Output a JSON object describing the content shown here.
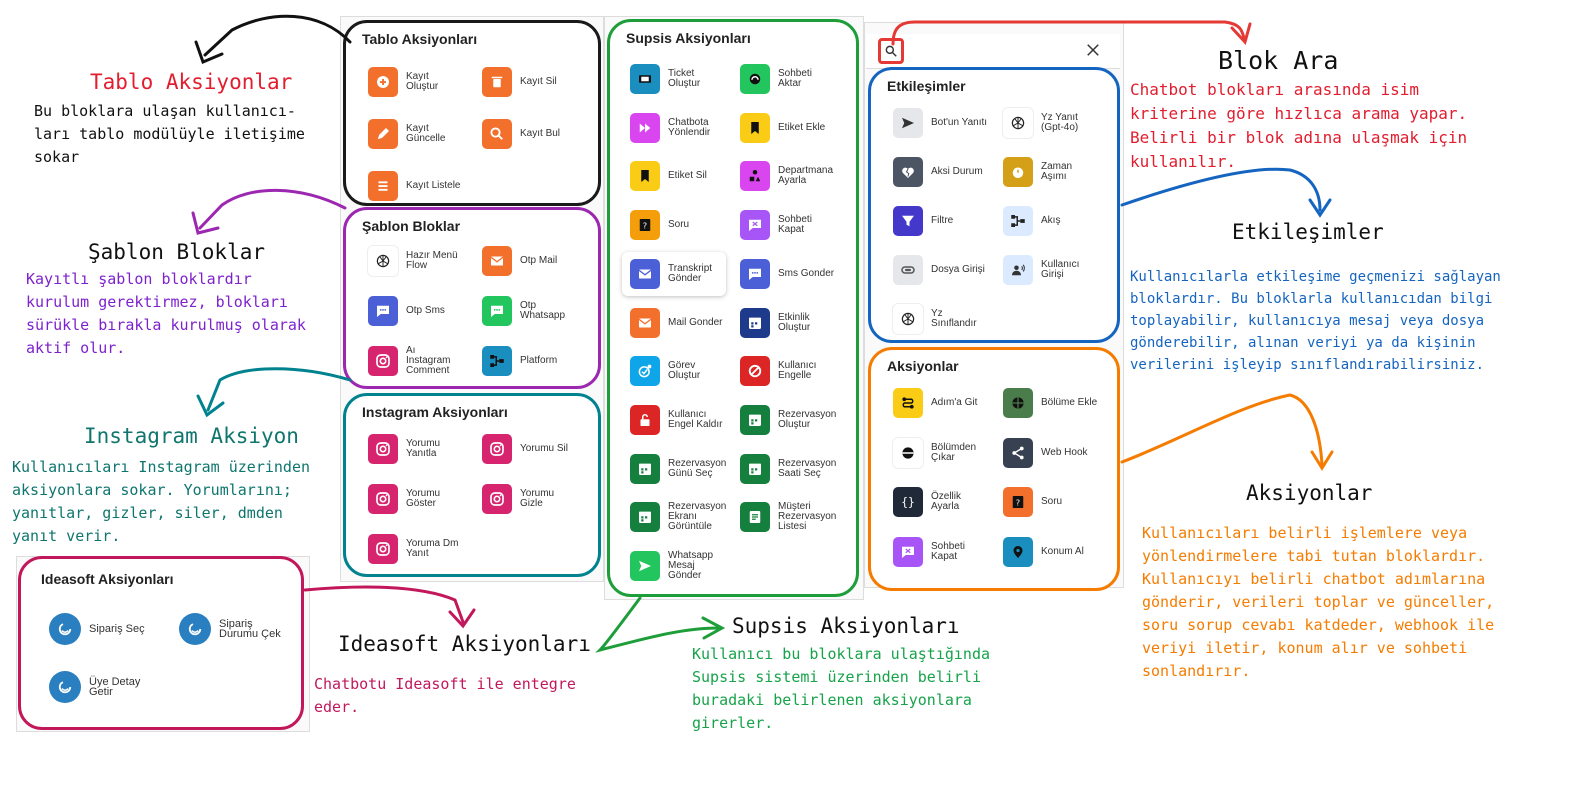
{
  "groups": {
    "tablo": {
      "title": "Tablo Aksiyonları",
      "items": [
        {
          "label": "Kayıt\nOluştur",
          "icon": "plus-circle-icon",
          "color": "#f26f2c"
        },
        {
          "label": "Kayıt Sil",
          "icon": "trash-icon",
          "color": "#f26f2c"
        },
        {
          "label": "Kayıt\nGüncelle",
          "icon": "pencil-icon",
          "color": "#f26f2c"
        },
        {
          "label": "Kayıt Bul",
          "icon": "search-icon",
          "color": "#f26f2c"
        },
        {
          "label": "Kayıt Listele",
          "icon": "list-icon",
          "color": "#f26f2c"
        }
      ]
    },
    "sablon": {
      "title": "Şablon Bloklar",
      "items": [
        {
          "label": "Hazır Menü\nFlow",
          "icon": "openai-icon",
          "color": "#ffffff"
        },
        {
          "label": "Otp Mail",
          "icon": "mail-icon",
          "color": "#f26f2c"
        },
        {
          "label": "Otp Sms",
          "icon": "chat-icon",
          "color": "#4b5fd6"
        },
        {
          "label": "Otp\nWhatsapp",
          "icon": "chat-icon",
          "color": "#22c55e"
        },
        {
          "label": "Aı\nInstagram\nComment",
          "icon": "instagram-icon",
          "color": "#d6246e"
        },
        {
          "label": "Platform",
          "icon": "flow-icon",
          "color": "#1a8fbf"
        }
      ]
    },
    "instagram": {
      "title": "Instagram Aksiyonları",
      "items": [
        {
          "label": "Yorumu\nYanıtla",
          "icon": "instagram-icon",
          "color": "#d6246e"
        },
        {
          "label": "Yorumu Sil",
          "icon": "instagram-icon",
          "color": "#d6246e"
        },
        {
          "label": "Yorumu\nGöster",
          "icon": "instagram-icon",
          "color": "#d6246e"
        },
        {
          "label": "Yorumu\nGizle",
          "icon": "instagram-icon",
          "color": "#d6246e"
        },
        {
          "label": "Yoruma Dm\nYanıt",
          "icon": "instagram-icon",
          "color": "#d6246e"
        }
      ]
    },
    "ideasoft": {
      "title": "Ideasoft Aksiyonları",
      "items": [
        {
          "label": "Sipariş Seç",
          "icon": "ideasoft-icon",
          "color": "#2a7fc1"
        },
        {
          "label": "Sipariş\nDurumu Çek",
          "icon": "ideasoft-icon",
          "color": "#2a7fc1"
        },
        {
          "label": "Üye Detay\nGetir",
          "icon": "ideasoft-icon",
          "color": "#2a7fc1"
        }
      ]
    },
    "supsis": {
      "title": "Supsis Aksiyonları",
      "items": [
        {
          "label": "Ticket\nOluştur",
          "icon": "ticket-icon",
          "color": "#1a8fbf"
        },
        {
          "label": "Sohbeti\nAktar",
          "icon": "headset-icon",
          "color": "#22c55e"
        },
        {
          "label": "Chatbota\nYönlendir",
          "icon": "forward-icon",
          "color": "#d946ef"
        },
        {
          "label": "Etiket Ekle",
          "icon": "bookmark-icon",
          "color": "#facc15"
        },
        {
          "label": "Etiket Sil",
          "icon": "bookmark-icon",
          "color": "#facc15"
        },
        {
          "label": "Departmana\nAyarla",
          "icon": "shapes-icon",
          "color": "#d946ef"
        },
        {
          "label": "Soru",
          "icon": "question-icon",
          "color": "#f59e0b"
        },
        {
          "label": "Sohbeti\nKapat",
          "icon": "chat-close-icon",
          "color": "#a855f7"
        },
        {
          "label": "Transkript\nGönder",
          "icon": "mail-icon",
          "color": "#4b5fd6"
        },
        {
          "label": "Sms Gonder",
          "icon": "chat-icon",
          "color": "#4b5fd6"
        },
        {
          "label": "Mail Gonder",
          "icon": "mail-icon",
          "color": "#f26f2c"
        },
        {
          "label": "Etkinlik\nOluştur",
          "icon": "calendar-icon",
          "color": "#1e3a8a"
        },
        {
          "label": "Görev\nOluştur",
          "icon": "task-icon",
          "color": "#0ea5e9"
        },
        {
          "label": "Kullanıcı\nEngelle",
          "icon": "block-icon",
          "color": "#dc2626"
        },
        {
          "label": "Kullanıcı\nEngel Kaldır",
          "icon": "unlock-icon",
          "color": "#dc2626"
        },
        {
          "label": "Rezervasyon\nOluştur",
          "icon": "calendar-icon",
          "color": "#15803d"
        },
        {
          "label": "Rezervasyon\nGünü Seç",
          "icon": "calendar-icon",
          "color": "#15803d"
        },
        {
          "label": "Rezervasyon\nSaati Seç",
          "icon": "calendar-icon",
          "color": "#15803d"
        },
        {
          "label": "Rezervasyon\nEkranı\nGörüntüle",
          "icon": "calendar-icon",
          "color": "#15803d"
        },
        {
          "label": "Müşteri\nRezervasyon\nListesi",
          "icon": "list-doc-icon",
          "color": "#15803d"
        },
        {
          "label": "Whatsapp\nMesaj\nGönder",
          "icon": "send-icon",
          "color": "#22c55e"
        }
      ]
    },
    "etkilesimler": {
      "title": "Etkileşimler",
      "items": [
        {
          "label": "Bot'un Yanıtı",
          "icon": "send-icon",
          "color": "#e5e7eb"
        },
        {
          "label": "Yz Yanıt\n(Gpt-4o)",
          "icon": "openai-icon",
          "color": "#ffffff"
        },
        {
          "label": "Aksi Durum",
          "icon": "broken-heart-icon",
          "color": "#4b5563"
        },
        {
          "label": "Zaman\nAşımı",
          "icon": "timer-icon",
          "color": "#d4a017"
        },
        {
          "label": "Filtre",
          "icon": "filter-icon",
          "color": "#4338ca"
        },
        {
          "label": "Akış",
          "icon": "flow-icon",
          "color": "#dbeafe"
        },
        {
          "label": "Dosya Girişi",
          "icon": "attach-icon",
          "color": "#e5e7eb"
        },
        {
          "label": "Kullanıcı\nGirişi",
          "icon": "user-voice-icon",
          "color": "#dbeafe"
        },
        {
          "label": "Yz\nSınıflandır",
          "icon": "openai-icon",
          "color": "#ffffff"
        }
      ]
    },
    "aksiyonlar": {
      "title": "Aksiyonlar",
      "items": [
        {
          "label": "Adım'a Git",
          "icon": "route-icon",
          "color": "#facc15"
        },
        {
          "label": "Bölüme Ekle",
          "icon": "section-add-icon",
          "color": "#4b7c4b"
        },
        {
          "label": "Bölümden\nÇıkar",
          "icon": "section-remove-icon",
          "color": "#ffffff"
        },
        {
          "label": "Web Hook",
          "icon": "share-icon",
          "color": "#374151"
        },
        {
          "label": "Özellik\nAyarla",
          "icon": "braces-icon",
          "color": "#1f2937"
        },
        {
          "label": "Soru",
          "icon": "question-icon",
          "color": "#f26f2c"
        },
        {
          "label": "Sohbeti\nKapat",
          "icon": "chat-close-icon",
          "color": "#a855f7"
        },
        {
          "label": "Konum Al",
          "icon": "location-icon",
          "color": "#1a8fbf"
        }
      ]
    }
  },
  "search": {
    "placeholder": "",
    "search_icon": "search-icon",
    "close_icon": "close-icon"
  },
  "annotations": {
    "tablo": {
      "heading": "Tablo Aksiyonlar",
      "text": "Bu bloklara ulaşan kullanıcı-\nları tablo modülüyle iletişime\nsokar",
      "color": "#e11d2e"
    },
    "sablon": {
      "heading": "Şablon Bloklar",
      "text": "Kayıtlı şablon bloklardır\nkurulum gerektirmez, blokları\nsürükle bırakla kurulmuş olarak\naktif olur.",
      "color": "#7e22ce"
    },
    "instagram": {
      "heading": "Instagram Aksiyon",
      "text": "Kullanıcıları Instagram üzerinden\naksiyonlara sokar. Yorumlarını;\nyanıtlar, gizler, siler, dmden\nyanıt verir.",
      "color": "#0f766e"
    },
    "ideasoft": {
      "heading": "Ideasoft Aksiyonları",
      "text": "Chatbotu Ideasoft ile entegre\neder.",
      "color": "#c2185b"
    },
    "supsis": {
      "heading": "Supsis Aksiyonları",
      "text": "Kullanıcı bu bloklara ulaştığında\nSupsis sistemi üzerinden belirli\nburadaki belirlenen aksiyonlara\ngirerler.",
      "color": "#16a34a"
    },
    "blokara": {
      "heading": "Blok Ara",
      "text": "Chatbot blokları arasında isim\nkriterine göre hızlıca arama yapar.\nBelirli bir blok adına ulaşmak için\nkullanılır.",
      "color": "#e11d2e"
    },
    "etkilesimler": {
      "heading": "Etkileşimler",
      "text": "Kullanıcılarla etkileşime geçmenizi sağlayan\nbloklardır. Bu bloklarla kullanıcıdan bilgi\ntoplayabilir, kullanıcıya mesaj veya dosya\ngönderebilir, alınan veriyi ya da kişinin\nverilerini işleyip sınıflandırabilirsiniz.",
      "color": "#1565c0"
    },
    "aksiyonlar": {
      "heading": "Aksiyonlar",
      "text": "Kullanıcıları belirli işlemlere veya\nyönlendirmelere tabi tutan bloklardır.\nKullanıcıyı belirli chatbot adımlarına\ngönderir, verileri toplar ve günceller,\nsoru sorup cevabı katdeder, webhook ile\nveriyi iletir, konum alır ve sohbeti\nsonlandırır.",
      "color": "#f57c00"
    }
  }
}
